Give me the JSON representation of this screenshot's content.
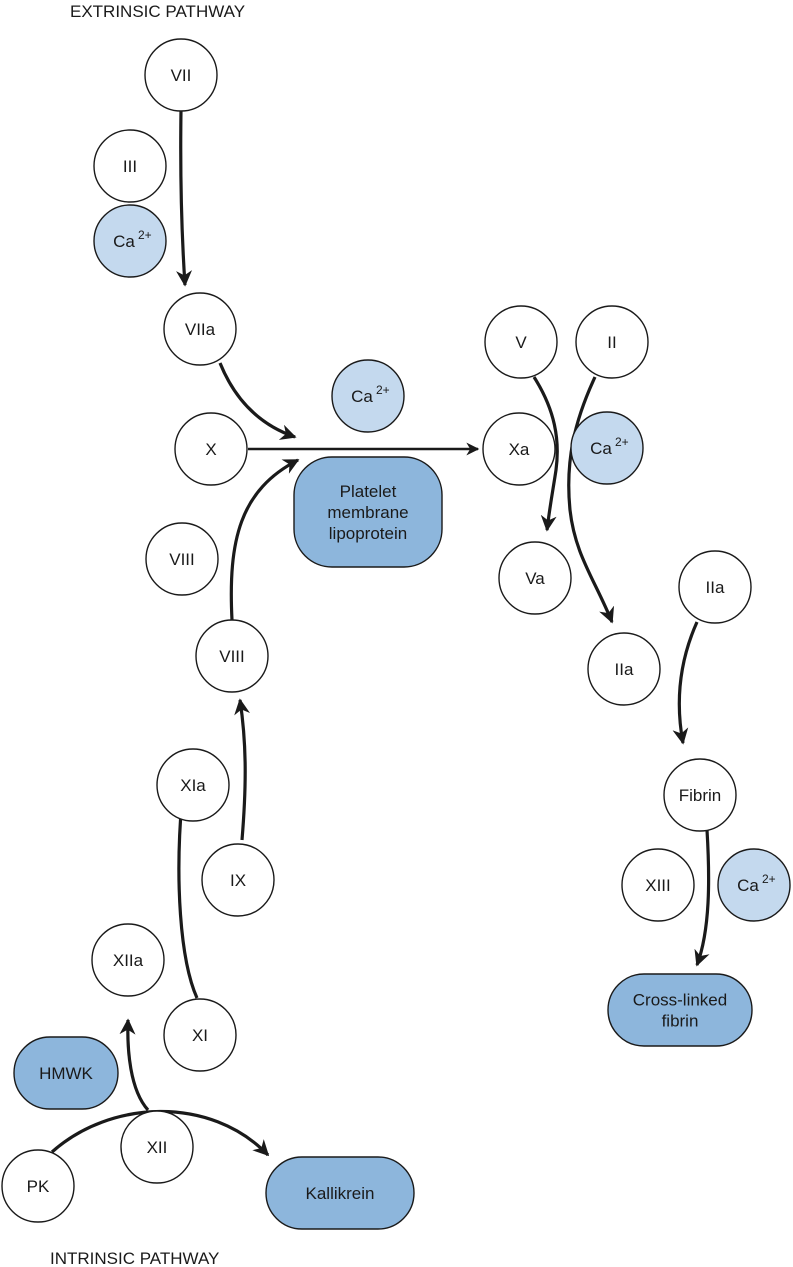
{
  "titles": {
    "extrinsic": "EXTRINSIC PATHWAY",
    "intrinsic": "INTRINSIC PATHWAY"
  },
  "colors": {
    "white_node": "#ffffff",
    "calcium_node": "#c4d9ee",
    "product_node": "#8db6dc",
    "stroke": "#1a1a1a"
  },
  "nodes": [
    {
      "id": "VII",
      "lines": [
        "VII"
      ],
      "kind": "white"
    },
    {
      "id": "III",
      "lines": [
        "III"
      ],
      "kind": "white"
    },
    {
      "id": "Ca1",
      "lines": [
        "Ca"
      ],
      "sup": "2+",
      "kind": "calcium"
    },
    {
      "id": "VIIa",
      "lines": [
        "VIIa"
      ],
      "kind": "white"
    },
    {
      "id": "X",
      "lines": [
        "X"
      ],
      "kind": "white"
    },
    {
      "id": "Ca2",
      "lines": [
        "Ca"
      ],
      "sup": "2+",
      "kind": "calcium"
    },
    {
      "id": "Platelet",
      "lines": [
        "Platelet",
        "membrane",
        "lipoprotein"
      ],
      "kind": "product"
    },
    {
      "id": "VIII_top",
      "lines": [
        "VIII"
      ],
      "kind": "white"
    },
    {
      "id": "VIII",
      "lines": [
        "VIII"
      ],
      "kind": "white"
    },
    {
      "id": "XIa",
      "lines": [
        "XIa"
      ],
      "kind": "white"
    },
    {
      "id": "IX",
      "lines": [
        "IX"
      ],
      "kind": "white"
    },
    {
      "id": "XIIa",
      "lines": [
        "XIIa"
      ],
      "kind": "white"
    },
    {
      "id": "XI",
      "lines": [
        "XI"
      ],
      "kind": "white"
    },
    {
      "id": "HMWK",
      "lines": [
        "HMWK"
      ],
      "kind": "product"
    },
    {
      "id": "XII",
      "lines": [
        "XII"
      ],
      "kind": "white"
    },
    {
      "id": "PK",
      "lines": [
        "PK"
      ],
      "kind": "white"
    },
    {
      "id": "Kallikrein",
      "lines": [
        "Kallikrein"
      ],
      "kind": "product"
    },
    {
      "id": "V",
      "lines": [
        "V"
      ],
      "kind": "white"
    },
    {
      "id": "II",
      "lines": [
        "II"
      ],
      "kind": "white"
    },
    {
      "id": "Xa",
      "lines": [
        "Xa"
      ],
      "kind": "white"
    },
    {
      "id": "Ca3",
      "lines": [
        "Ca"
      ],
      "sup": "2+",
      "kind": "calcium"
    },
    {
      "id": "Va",
      "lines": [
        "Va"
      ],
      "kind": "white"
    },
    {
      "id": "IIa_right",
      "lines": [
        "IIa"
      ],
      "kind": "white"
    },
    {
      "id": "IIa",
      "lines": [
        "IIa"
      ],
      "kind": "white"
    },
    {
      "id": "Fibrin",
      "lines": [
        "Fibrin"
      ],
      "kind": "white"
    },
    {
      "id": "XIII",
      "lines": [
        "XIII"
      ],
      "kind": "white"
    },
    {
      "id": "Ca4",
      "lines": [
        "Ca"
      ],
      "sup": "2+",
      "kind": "calcium"
    },
    {
      "id": "Crosslinked",
      "lines": [
        "Cross-linked",
        "fibrin"
      ],
      "kind": "product"
    }
  ],
  "edges": [
    {
      "from": "VII",
      "to": "VIIa"
    },
    {
      "from": "VIIa",
      "to": "X-conversion"
    },
    {
      "from": "X",
      "to": "Xa"
    },
    {
      "from": "VIII",
      "to": "X-conversion"
    },
    {
      "from": "IX",
      "to": "VIII"
    },
    {
      "from": "XI",
      "to": "XIa"
    },
    {
      "from": "XII",
      "to": "XIIa"
    },
    {
      "from": "PK",
      "to": "Kallikrein"
    },
    {
      "from": "V",
      "to": "Va"
    },
    {
      "from": "II",
      "to": "IIa"
    },
    {
      "from": "IIa_right",
      "to": "Fibrin"
    },
    {
      "from": "Fibrin",
      "to": "Crosslinked"
    }
  ]
}
